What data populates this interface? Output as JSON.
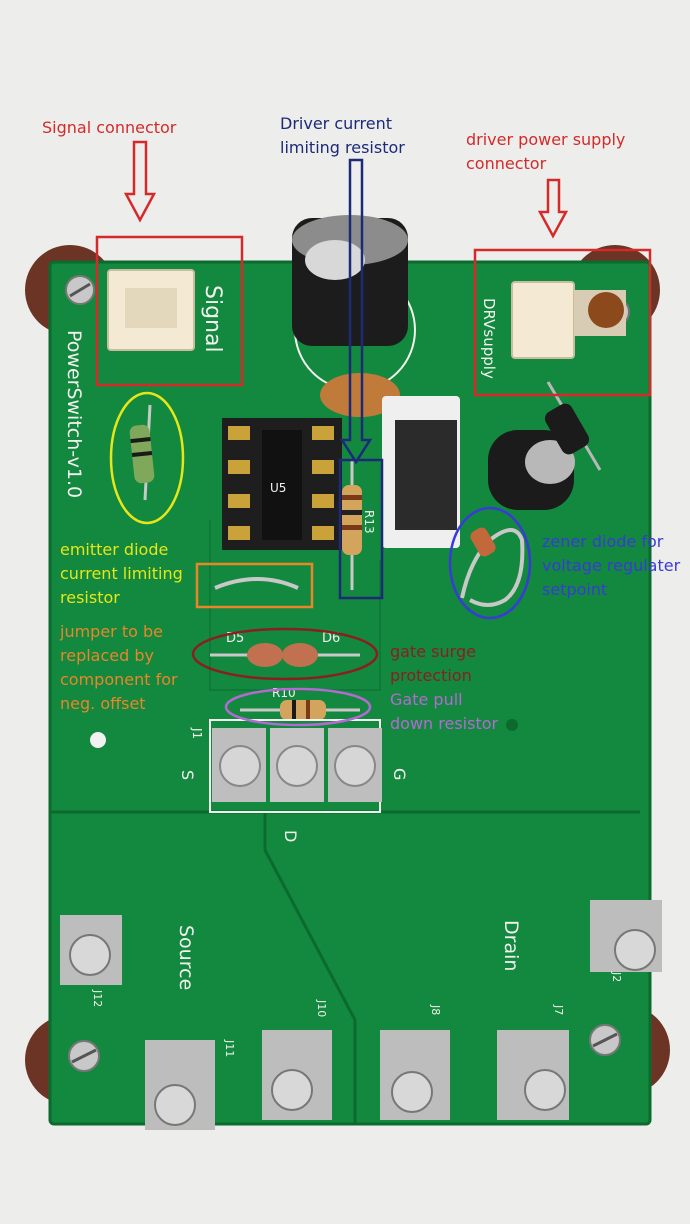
{
  "annotations": {
    "signal_connector": "Signal connector",
    "driver_resistor": [
      "Driver current",
      "limiting resistor"
    ],
    "driver_supply": [
      "driver power supply",
      "connector"
    ],
    "emitter_resistor": [
      "emitter diode",
      "current limiting",
      "resistor"
    ],
    "zener_diode": [
      "zener diode for",
      "voltage regulater",
      "setpoint"
    ],
    "jumper": [
      "jumper to be",
      "replaced by",
      "component  for",
      "neg. offset"
    ],
    "gate_surge": [
      "gate surge",
      "protection"
    ],
    "gate_pulldown": [
      "Gate pull",
      "down resistor"
    ]
  },
  "silkscreen": {
    "signal": "Signal",
    "drvsupply": "DRVsupply",
    "board_name": "PowerSwitch-v1.0",
    "u5": "U5",
    "r13": "R13",
    "d5": "D5",
    "d6": "D6",
    "r10": "R10",
    "j1": "J1",
    "s": "S",
    "g": "G",
    "d": "D",
    "source": "Source",
    "drain": "Drain",
    "j11": "J11",
    "j10": "J10",
    "j8": "J8",
    "j7": "J7",
    "j12": "J12",
    "j2": "J2"
  },
  "colors": {
    "pcb": "#12893e",
    "red": "#d42a2a",
    "navy": "#1c2a78",
    "yellow": "#e6e619",
    "orange": "#e8862a",
    "maroon": "#8a1f1f",
    "blue": "#3a3ad8",
    "violet": "#b36ad2"
  }
}
